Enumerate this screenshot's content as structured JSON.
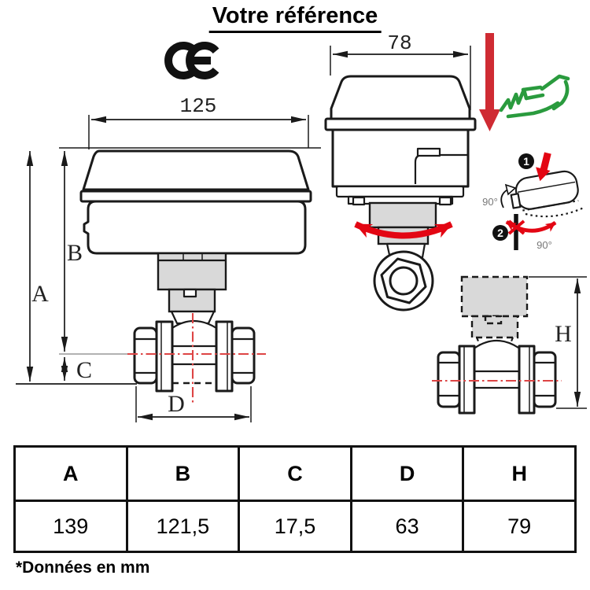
{
  "title": "Votre référence",
  "footnote": "*Données en mm",
  "icons": {
    "ce_mark": "CE",
    "down_arrow": "red-down-arrow",
    "hand": "green-hand-manual-override",
    "rotation_steps": "actuator-mounting-90-degree-steps"
  },
  "drawing": {
    "side_view": {
      "width": "125",
      "dim_a": "A",
      "dim_b": "B",
      "dim_c": "C",
      "dim_d": "D"
    },
    "front_view": {
      "width": "78"
    },
    "height_view": {
      "dim_h": "H"
    },
    "steps": {
      "step_1": "1",
      "step_2": "2",
      "angle_side": "90°",
      "angle_bottom": "90°"
    }
  },
  "table": {
    "headers": [
      "A",
      "B",
      "C",
      "D",
      "H"
    ],
    "values": [
      "139",
      "121,5",
      "17,5",
      "63",
      "79"
    ]
  },
  "colors": {
    "line": "#1a1a1a",
    "red": "#cf2b33",
    "bright_red": "#e30613",
    "green": "#2a9b3e",
    "gray_fill": "#d9d9d9",
    "centerline_red": "#dd4444"
  }
}
